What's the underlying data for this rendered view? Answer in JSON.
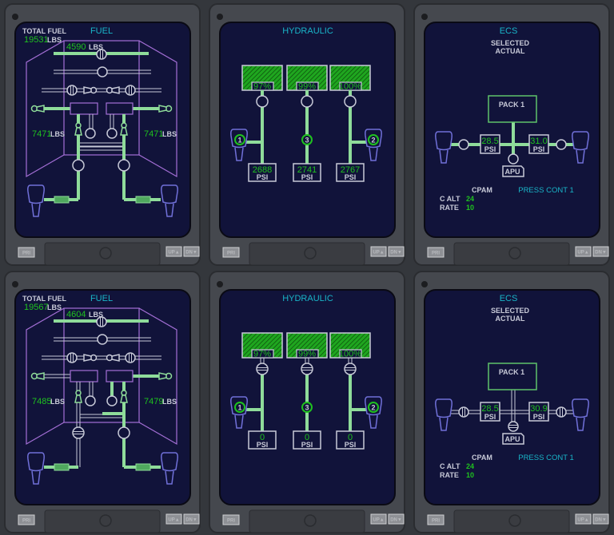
{
  "colors": {
    "screen": "#11133a",
    "pipe_green": "#8fdc9a",
    "text_green": "#1fc21f",
    "white": "#c8cad8",
    "purple": "#a46fd6",
    "engine": "#7070d8",
    "cyan": "#19b5c8",
    "bezel": "#45484e"
  },
  "buttons": {
    "pri": "PRI",
    "up": "UP▲",
    "dn": "DN▼"
  },
  "panels": [
    {
      "type": "fuel",
      "title": "FUEL",
      "total_label": "TOTAL FUEL",
      "total": "19531",
      "unit": "LBS",
      "center": "4590",
      "left": "7471",
      "right": "7471",
      "left_feed_active": true,
      "crossfeed_active": false
    },
    {
      "type": "hyd",
      "title": "HYDRAULIC",
      "psi_unit": "PSI",
      "valves_closed": false,
      "systems": [
        {
          "qty": "97%",
          "psi": "2688",
          "pump": "1"
        },
        {
          "qty": "99%",
          "psi": "2741",
          "pump": "3"
        },
        {
          "qty": "100%",
          "psi": "2767",
          "pump": "2"
        }
      ]
    },
    {
      "type": "ecs",
      "title": "ECS",
      "selected": "SELECTED",
      "actual": "ACTUAL",
      "pack": "PACK 1",
      "left_psi": "28.5",
      "right_psi": "31.0",
      "psi_unit": "PSI",
      "apu": "APU",
      "cpam": "CPAM",
      "calt_label": "C ALT",
      "calt": "24",
      "rate_label": "RATE",
      "rate": "10",
      "press_cont": "PRESS CONT 1",
      "active": true
    },
    {
      "type": "fuel",
      "title": "FUEL",
      "total_label": "TOTAL FUEL",
      "total": "19567",
      "unit": "LBS",
      "center": "4604",
      "left": "7485",
      "right": "7479",
      "left_feed_active": false,
      "crossfeed_active": true
    },
    {
      "type": "hyd",
      "title": "HYDRAULIC",
      "psi_unit": "PSI",
      "valves_closed": true,
      "systems": [
        {
          "qty": "97%",
          "psi": "0",
          "pump": "1"
        },
        {
          "qty": "99%",
          "psi": "0",
          "pump": "3"
        },
        {
          "qty": "100%",
          "psi": "0",
          "pump": "2"
        }
      ]
    },
    {
      "type": "ecs",
      "title": "ECS",
      "selected": "SELECTED",
      "actual": "ACTUAL",
      "pack": "PACK 1",
      "left_psi": "28.5",
      "right_psi": "30.9",
      "psi_unit": "PSI",
      "apu": "APU",
      "cpam": "CPAM",
      "calt_label": "C ALT",
      "calt": "24",
      "rate_label": "RATE",
      "rate": "10",
      "press_cont": "PRESS CONT 1",
      "active": false
    }
  ]
}
